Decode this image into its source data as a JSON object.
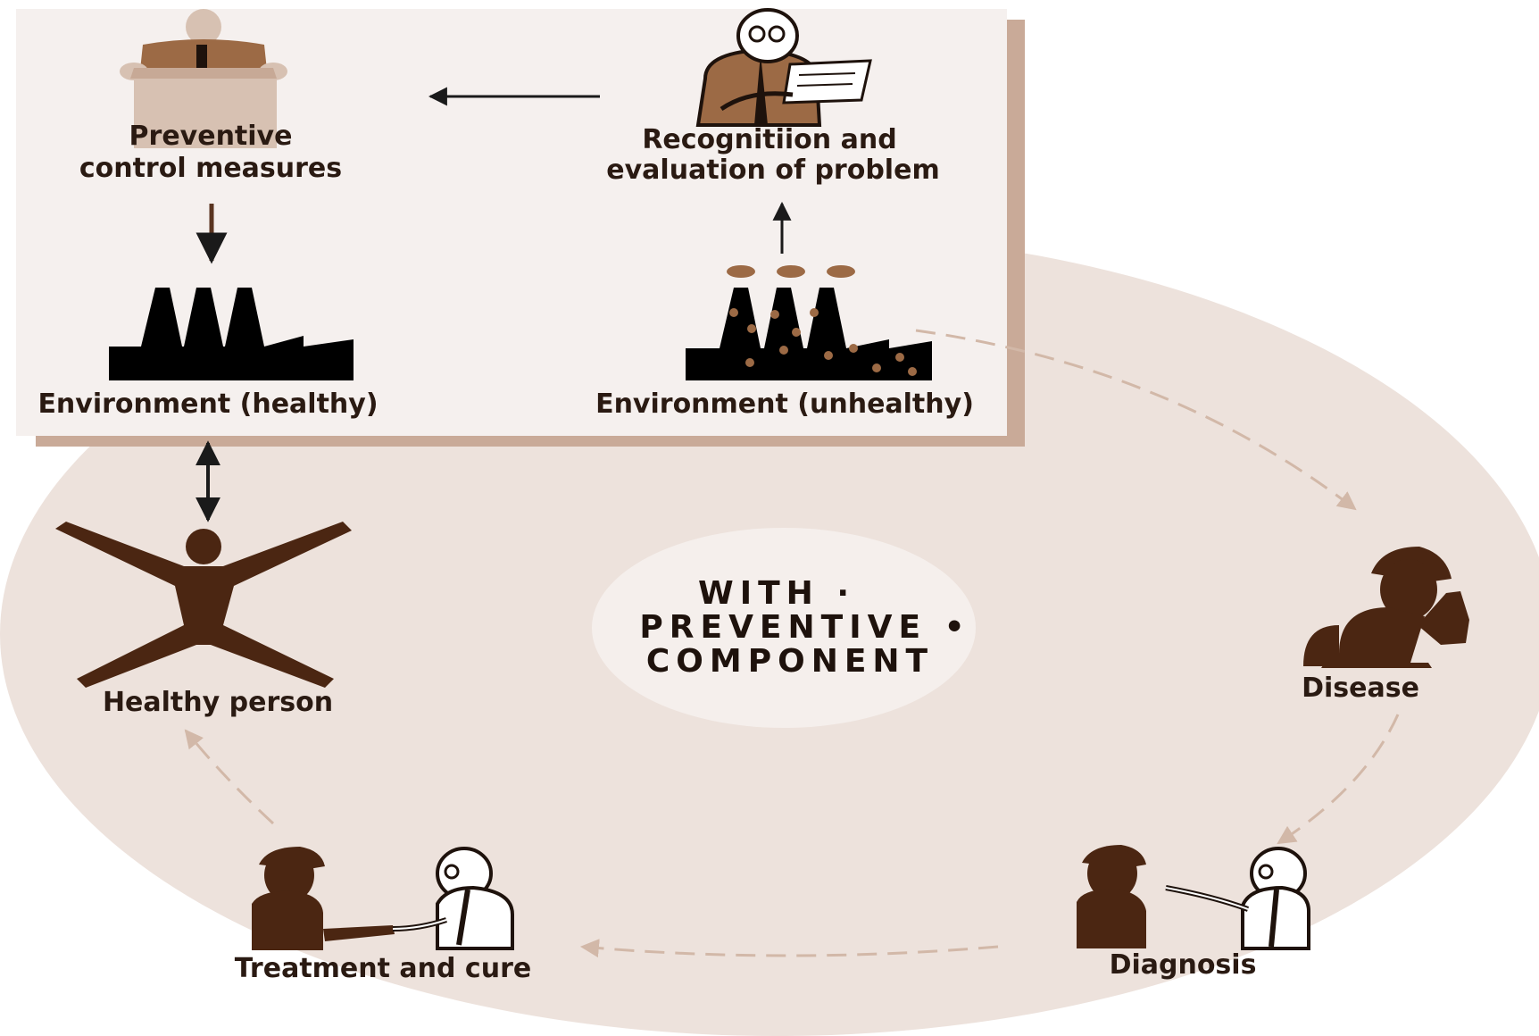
{
  "colors": {
    "figure_brown": "#4b2612",
    "medium_brown": "#9c6a45",
    "circle_fill": "#ede2dc",
    "center_fill": "#f5efec",
    "box_fill": "#f5f0ee",
    "box_shadow": "#c9aa98",
    "dashed_arrow": "#d2b8a8",
    "label_text": "#2a1a12"
  },
  "labels": {
    "preventive_line1": "Preventive",
    "preventive_line2": "control measures",
    "recognition_line1": "Recognitiion and",
    "recognition_line2": "evaluation of problem",
    "env_healthy": "Environment (healthy)",
    "env_unhealthy": "Environment (unhealthy)",
    "healthy_person": "Healthy person",
    "disease": "Disease",
    "diagnosis": "Diagnosis",
    "treatment": "Treatment and cure",
    "center_line1": "WITH ·",
    "center_line2": "PREVENTIVE •",
    "center_line3": "COMPONENT"
  },
  "icons": [
    "speaker-at-podium-icon",
    "inspector-with-clipboard-icon",
    "clean-factory-icon",
    "polluting-factory-icon",
    "healthy-person-icon",
    "sick-person-icon",
    "doctor-patient-diagnosis-icon",
    "doctor-patient-handshake-icon"
  ]
}
